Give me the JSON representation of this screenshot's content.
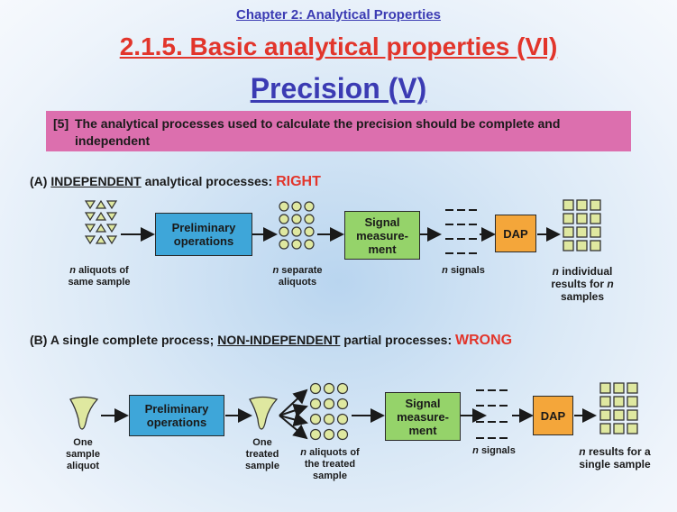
{
  "header": {
    "chapter": "Chapter 2: Analytical Properties",
    "title": "2.1.5. Basic analytical properties (VI)",
    "subtitle": "Precision (V)"
  },
  "note": {
    "number": "[5]",
    "text": "The analytical processes used to calculate the precision should be complete and independent"
  },
  "section_a": {
    "prefix": "(A)",
    "keyword": "INDEPENDENT",
    "rest": "analytical processes:",
    "verdict": "RIGHT",
    "boxes": {
      "preliminary": "Preliminary operations",
      "signal": "Signal measure- ment",
      "dap": "DAP"
    },
    "captions": {
      "aliquots_n": "n",
      "aliquots": "aliquots of same sample",
      "separate_n": "n",
      "separate": "separate aliquots",
      "signals_n": "n",
      "signals": "signals",
      "results_n": "n",
      "results_1": "individual results for",
      "results_n2": "n",
      "results_2": "samples"
    }
  },
  "section_b": {
    "prefix": "(B)",
    "text_1": "A single complete process;",
    "keyword": "NON-INDEPENDENT",
    "text_2": "partial processes:",
    "verdict": "WRONG",
    "boxes": {
      "preliminary": "Preliminary operations",
      "signal": "Signal measure- ment",
      "dap": "DAP"
    },
    "captions": {
      "one_sample": "One sample aliquot",
      "treated": "One treated sample",
      "aliquots_n": "n",
      "aliquots": "aliquots of the treated sample",
      "signals_n": "n",
      "signals": "signals",
      "results_n": "n",
      "results": "results for a single sample"
    }
  },
  "colors": {
    "box_blue": "#3ea6d9",
    "box_green": "#95d36a",
    "box_orange": "#f4a63a",
    "shape_fill": "#dfe8a0",
    "note_bg": "#dc6fae",
    "title_red": "#e2352b",
    "title_blue": "#3b3bb3"
  }
}
